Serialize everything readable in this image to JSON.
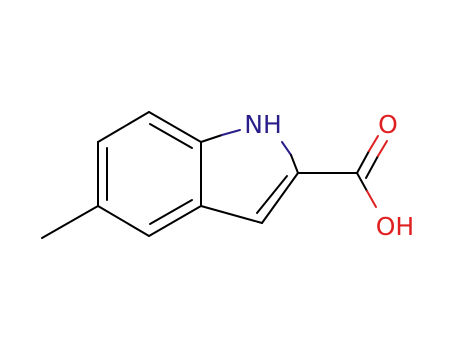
{
  "molecule": {
    "atom_labels": {
      "nh": "NH",
      "o": "O",
      "oh": "OH"
    },
    "colors": {
      "bond": "#000000",
      "nitrogen": "#2a1f8a",
      "oxygen": "#e02020",
      "background": "#ffffff"
    }
  }
}
